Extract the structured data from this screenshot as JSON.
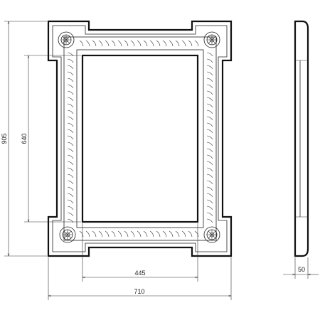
{
  "dimensions": {
    "overall_height": "905",
    "inner_height": "640",
    "inner_width": "445",
    "overall_width": "710",
    "depth": "50"
  },
  "colors": {
    "line": "#111111",
    "background": "#ffffff"
  }
}
